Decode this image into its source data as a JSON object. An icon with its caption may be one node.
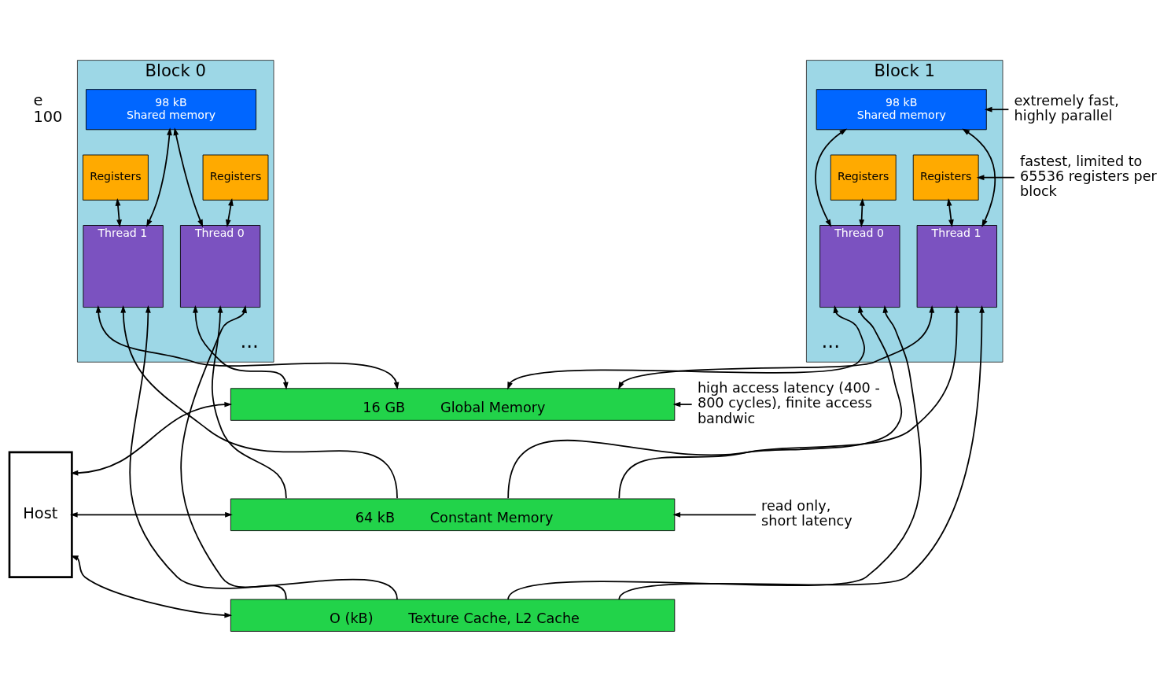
{
  "diagram": {
    "nodes": [
      {
        "text": [
          "Block 0"
        ]
      },
      {
        "text": [
          "98 kB",
          "Shared memory"
        ],
        "in": 0
      },
      {
        "text": [
          "Registers"
        ],
        "in": 0
      },
      {
        "text": [
          "Registers"
        ],
        "in": 0
      },
      {
        "text": [
          "Thread 0"
        ],
        "in": 0
      },
      {
        "text": [
          "Thread 1"
        ],
        "in": 0
      },
      {
        "text": [
          "Block 1"
        ]
      },
      {
        "text": [
          "98 kB",
          "Shared memory"
        ],
        "in": 6
      },
      {
        "text": [
          "Registers"
        ],
        "in": 6
      },
      {
        "text": [
          "Registers"
        ],
        "in": 6
      },
      {
        "text": [
          "Thread 0"
        ],
        "in": 6
      },
      {
        "text": [
          "Thread 1"
        ],
        "in": 6
      },
      {
        "text": [
          "16 GB",
          "Global Memory"
        ]
      },
      {
        "text": [
          "64 kB",
          "Constant Memory"
        ]
      },
      {
        "text": [
          "O (kB)",
          "Texture Cache, L2 Cache"
        ]
      },
      {
        "text": [
          "Host"
        ]
      },
      {
        "text": [
          "extremely fast, highly parallel"
        ]
      },
      {
        "text": [
          "fastest, limited to 65536 registers per block"
        ]
      },
      {
        "text": [
          "high access latency (400 - 800 cycles), finite access bandwic"
        ]
      },
      {
        "text": [
          "read only, short latency"
        ]
      }
    ],
    "edges": [
      {
        "from": 2,
        "to": 4,
        "arrow": "both"
      },
      {
        "from": 1,
        "to": 4,
        "arrow": "both"
      },
      {
        "from": 3,
        "to": 5,
        "arrow": "both"
      },
      {
        "from": 1,
        "to": 5,
        "arrow": "both"
      },
      {
        "from": 8,
        "to": 10,
        "arrow": "both"
      },
      {
        "from": 7,
        "to": 10,
        "arrow": "both"
      },
      {
        "from": 9,
        "to": 11,
        "arrow": "both"
      },
      {
        "from": 7,
        "to": 11,
        "arrow": "both"
      },
      {
        "from": 4,
        "to": 12,
        "arrow": "both"
      },
      {
        "from": 13,
        "to": 4,
        "arrow": "to"
      },
      {
        "from": 14,
        "to": 4,
        "arrow": "to"
      },
      {
        "from": 5,
        "to": 12,
        "arrow": "both"
      },
      {
        "from": 13,
        "to": 5,
        "arrow": "to"
      },
      {
        "from": 14,
        "to": 5,
        "arrow": "to"
      },
      {
        "from": 10,
        "to": 12,
        "arrow": "both"
      },
      {
        "from": 13,
        "to": 10,
        "arrow": "to"
      },
      {
        "from": 14,
        "to": 10,
        "arrow": "to"
      },
      {
        "from": 11,
        "to": 12,
        "arrow": "both"
      },
      {
        "from": 13,
        "to": 11,
        "arrow": "to"
      },
      {
        "from": 14,
        "to": 11,
        "arrow": "to"
      },
      {
        "from": 15,
        "to": 12,
        "arrow": "both"
      },
      {
        "from": 15,
        "to": 13,
        "arrow": "both"
      },
      {
        "from": 15,
        "to": 14,
        "arrow": "both"
      },
      {
        "from": 16,
        "to": 7,
        "arrow": "to"
      },
      {
        "from": 17,
        "to": 9,
        "arrow": "to"
      },
      {
        "from": 18,
        "to": 12,
        "arrow": "to"
      },
      {
        "from": 19,
        "to": 13,
        "arrow": "to"
      }
    ],
    "labels": [
      "e 100",
      "...",
      "..."
    ]
  }
}
